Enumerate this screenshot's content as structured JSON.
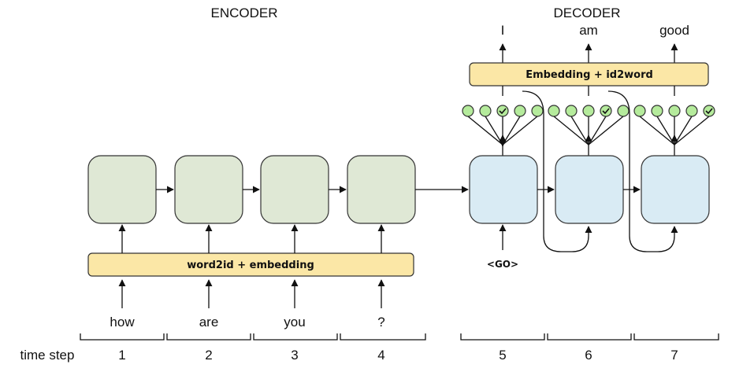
{
  "encoder": {
    "title": "ENCODER",
    "bar_label": "word2id + embedding",
    "inputs": [
      "how",
      "are",
      "you",
      "?"
    ]
  },
  "decoder": {
    "title": "DECODER",
    "bar_label": "Embedding + id2word",
    "start_token": "<GO>",
    "outputs": [
      "I",
      "am",
      "good"
    ]
  },
  "time": {
    "label": "time step",
    "steps": [
      "1",
      "2",
      "3",
      "4",
      "5",
      "6",
      "7"
    ]
  }
}
